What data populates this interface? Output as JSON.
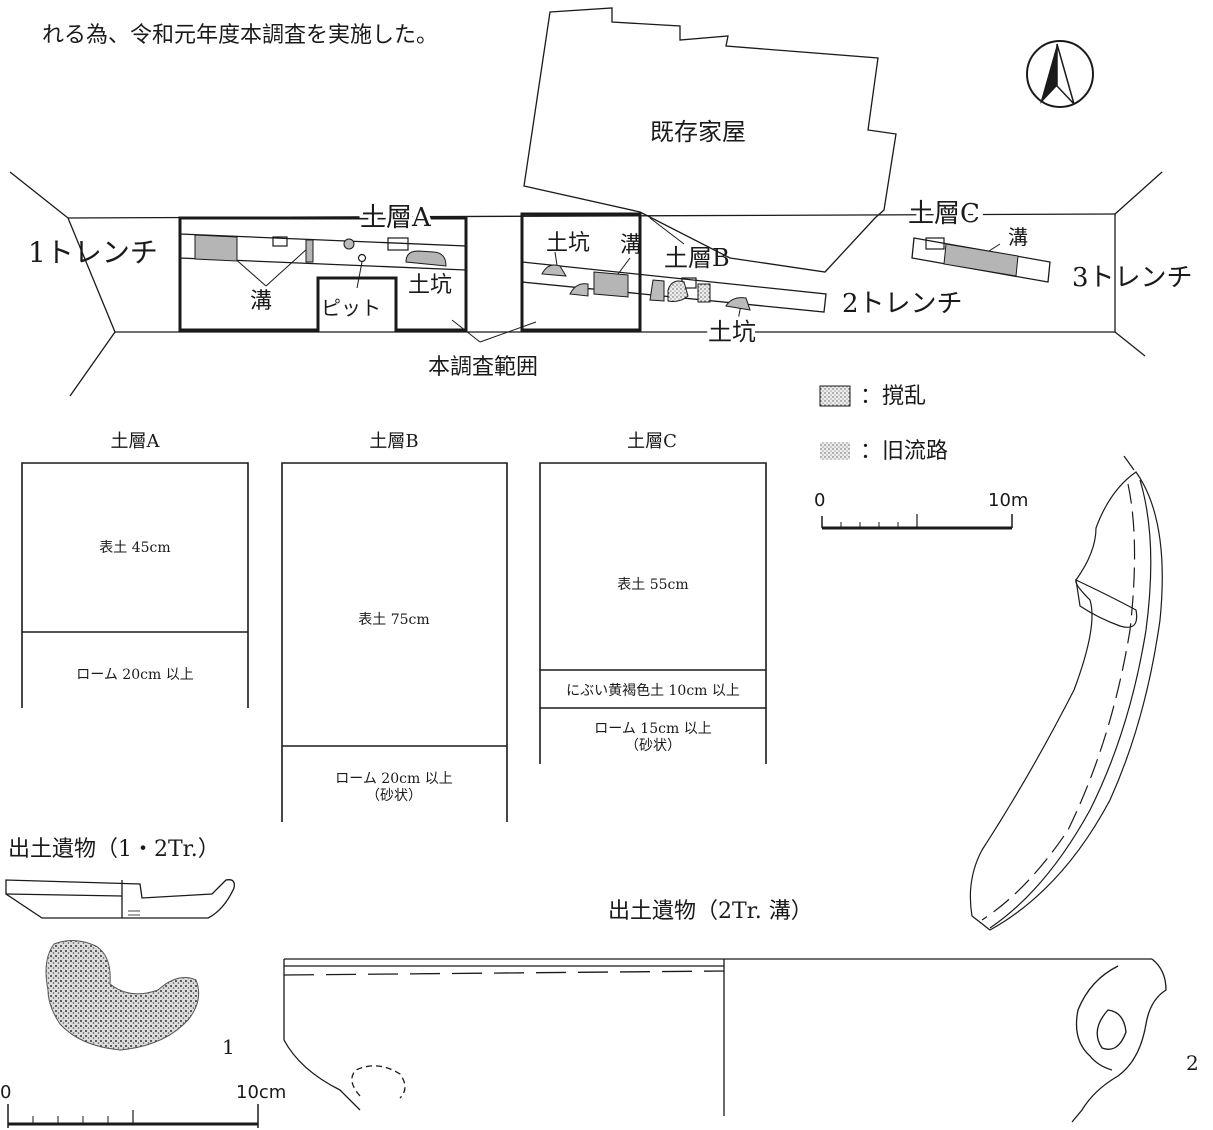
{
  "intro_text": "れる為、令和元年度本調査を実施した。",
  "site_plan": {
    "existing_house": "既存家屋",
    "trench1": "1トレンチ",
    "trench2": "2トレンチ",
    "trench3": "3トレンチ",
    "section_a": "土層A",
    "section_b": "土層B",
    "section_c": "土層C",
    "ditch": "溝",
    "pit_feature": "土坑",
    "pit": "ピット",
    "survey_area": "本調査範囲"
  },
  "legend": {
    "disturbance": "：撹乱",
    "old_channel": "：旧流路"
  },
  "map_scale": {
    "zero": "0",
    "max": "10m"
  },
  "soil_columns": [
    {
      "title": "土層A",
      "layers": [
        "表土 45cm",
        "ローム 20cm 以上"
      ]
    },
    {
      "title": "土層B",
      "layers": [
        "表土 75cm",
        "ローム 20cm 以上",
        "（砂状）"
      ]
    },
    {
      "title": "土層C",
      "layers": [
        "表土 55cm",
        "にぶい黄褐色土 10cm 以上",
        "ローム 15cm 以上",
        "（砂状）"
      ]
    }
  ],
  "artifacts": {
    "title_12tr": "出土遺物（1・2Tr.）",
    "title_2tr_ditch": "出土遺物（2Tr. 溝）",
    "item1": "1",
    "item2": "2",
    "scale_zero": "0",
    "scale_max": "10cm"
  }
}
